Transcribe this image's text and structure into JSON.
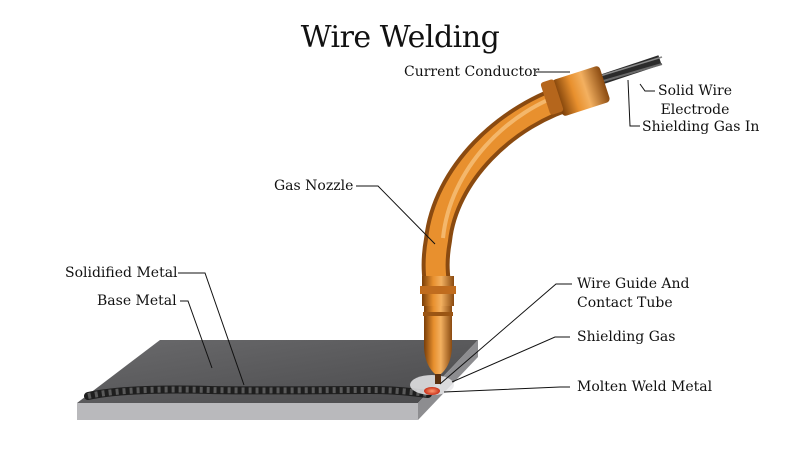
{
  "title": "Wire Welding",
  "labels": {
    "current_conductor": "Current Conductor",
    "solid_wire_line1": "Solid Wire",
    "solid_wire_line2": "Electrode",
    "shielding_gas_in": "Shielding Gas In",
    "gas_nozzle": "Gas Nozzle",
    "solidified_metal": "Solidified Metal",
    "base_metal": "Base Metal",
    "wire_guide_line1": "Wire Guide And",
    "wire_guide_line2": "Contact Tube",
    "shielding_gas": "Shielding Gas",
    "molten_weld_metal": "Molten Weld Metal"
  },
  "colors": {
    "copper": "#d9822b",
    "copper_dark": "#8a4a10",
    "plate_top": "#5a5a5c",
    "plate_edge": "#b8b8bb",
    "weld_bead": "#2a2a2a",
    "molten": "#e0401e"
  }
}
